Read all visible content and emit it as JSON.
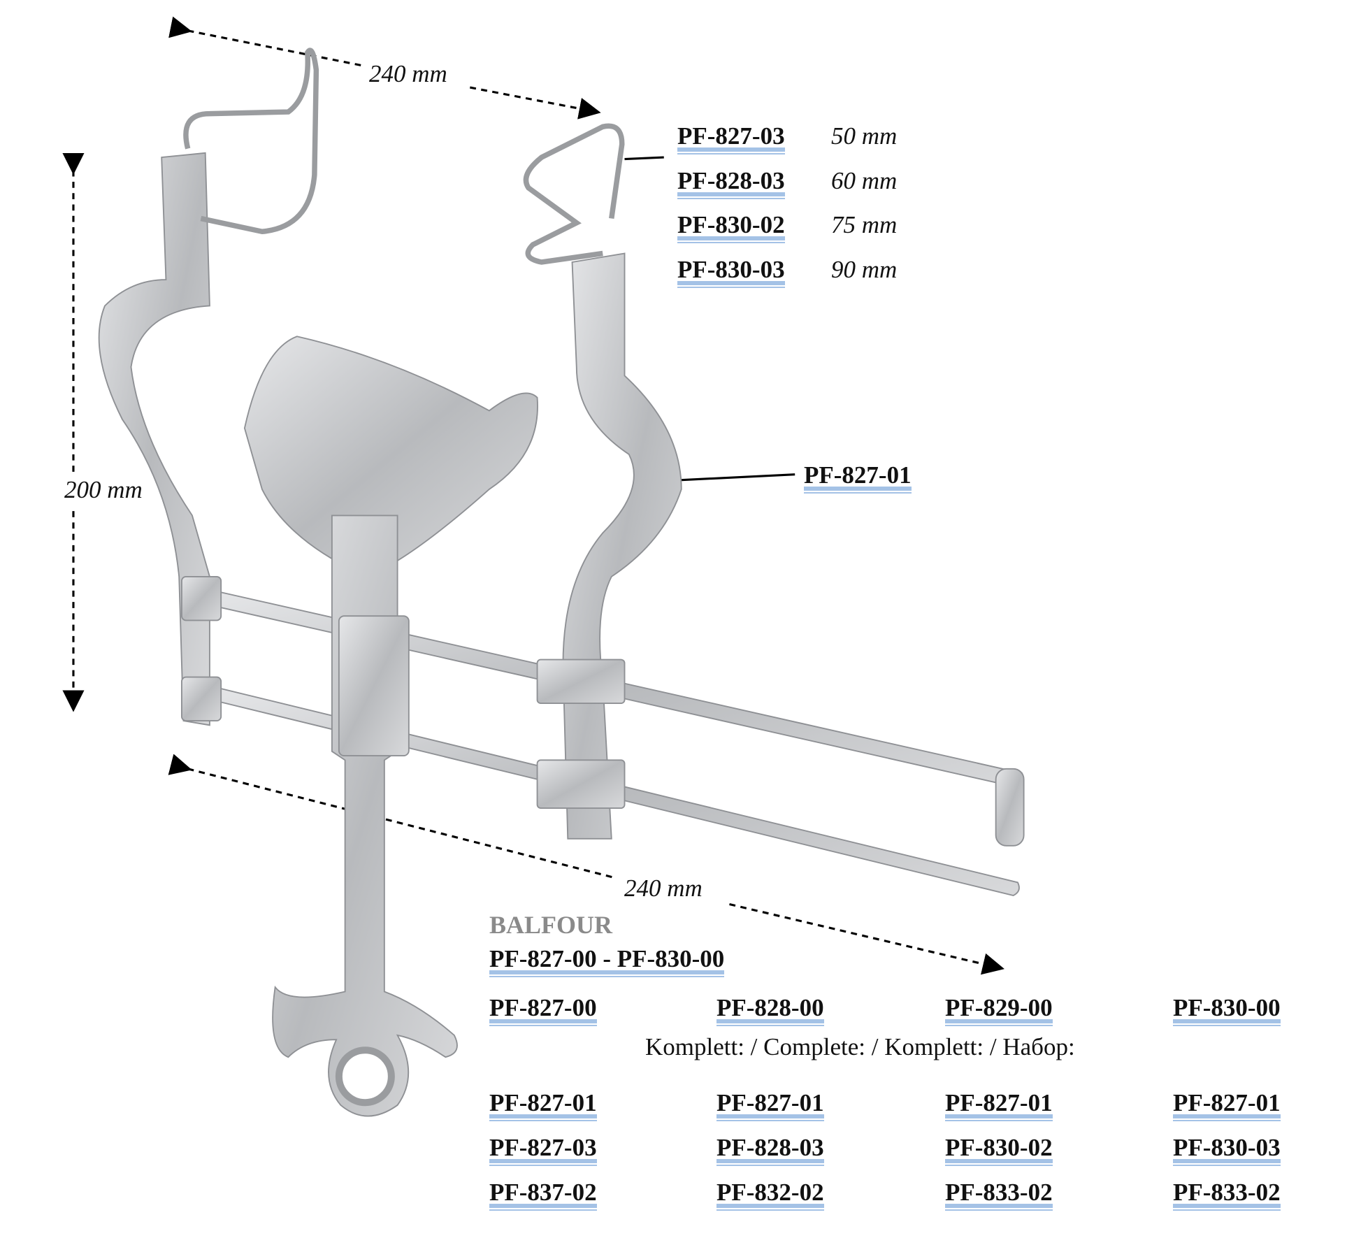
{
  "dimensions": {
    "top_width": "240 mm",
    "height": "200 mm",
    "bottom_width": "240 mm"
  },
  "blades": [
    {
      "code": "PF-827-03",
      "size": "50 mm"
    },
    {
      "code": "PF-828-03",
      "size": "60 mm"
    },
    {
      "code": "PF-830-02",
      "size": "75 mm"
    },
    {
      "code": "PF-830-03",
      "size": "90 mm"
    }
  ],
  "frame_code": "PF-827-01",
  "product": {
    "name": "BALFOUR",
    "range": "PF-827-00 - PF-830-00"
  },
  "sets": [
    {
      "code": "PF-827-00",
      "parts": [
        "PF-827-01",
        "PF-827-03",
        "PF-837-02"
      ]
    },
    {
      "code": "PF-828-00",
      "parts": [
        "PF-827-01",
        "PF-828-03",
        "PF-832-02"
      ]
    },
    {
      "code": "PF-829-00",
      "parts": [
        "PF-827-01",
        "PF-830-02",
        "PF-833-02"
      ]
    },
    {
      "code": "PF-830-00",
      "parts": [
        "PF-827-01",
        "PF-830-03",
        "PF-833-02"
      ]
    }
  ],
  "complete_label": "Komplett: / Complete: / Komplett: / Набор:",
  "colors": {
    "underline": "#a4c2e6",
    "steel": "#c9cacc",
    "balfour": "#8a8a8a"
  }
}
